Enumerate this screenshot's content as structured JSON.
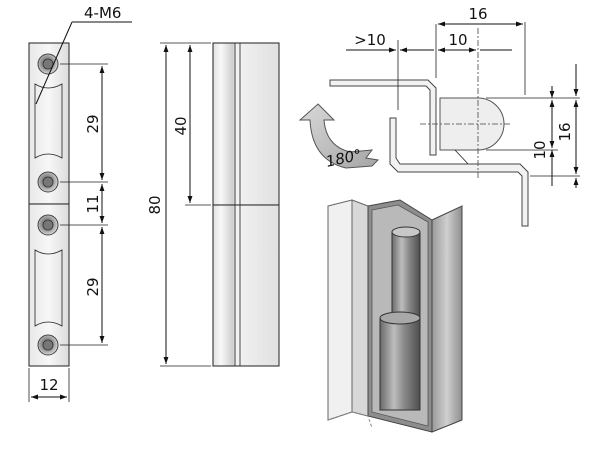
{
  "drawing": {
    "front_view": {
      "thread_callout": "4-M6",
      "dim_hole_spacing_top": "29",
      "dim_center_gap": "11",
      "dim_hole_spacing_bottom": "29",
      "dim_width": "12"
    },
    "side_view": {
      "dim_half_length": "40",
      "dim_total_length": "80"
    },
    "top_view": {
      "dim_overall": "16",
      "dim_min_offset": ">10",
      "dim_offset": "10",
      "dim_height_inner": "10",
      "dim_height_outer": "16",
      "rotation_angle": "180°"
    }
  }
}
